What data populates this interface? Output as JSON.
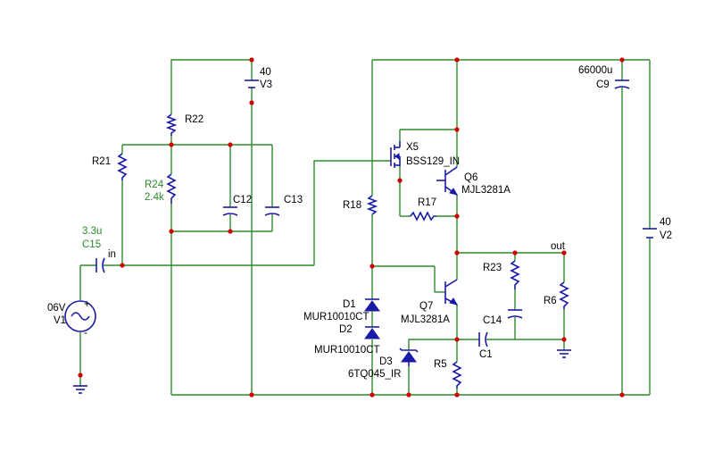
{
  "labels": {
    "v3_value": "40",
    "v3_name": "V3",
    "r22": "R22",
    "r21": "R21",
    "r24_name": "R24",
    "r24_value": "2.4k",
    "c12": "C12",
    "c13": "C13",
    "c15_value": "3.3u",
    "c15_name": "C15",
    "in_net": "in",
    "v1_value": "06V",
    "v1_name": "V1",
    "v1_plus": "+",
    "v1_minus": "-",
    "x5_name": "X5",
    "x5_part": "BSS129_IN",
    "q6_name": "Q6",
    "q6_part": "MJL3281A",
    "r17": "R17",
    "r18": "R18",
    "d1_name": "D1",
    "d1_part": "MUR10010CT",
    "d2_name": "D2",
    "d2_part": "MUR10010CT",
    "d3_name": "D3",
    "d3_part": "6TQ045_IR",
    "q7_name": "Q7",
    "q7_part": "MJL3281A",
    "r5": "R5",
    "c1": "C1",
    "r23": "R23",
    "c14": "C14",
    "r6": "R6",
    "out_net": "out",
    "c9_value": "66000u",
    "c9_name": "C9",
    "v2_value": "40",
    "v2_name": "V2"
  },
  "colors": {
    "wire": "#2e8b2e",
    "component": "#1a1aa6",
    "junction": "#d00000",
    "value_text": "#2a8a2a"
  }
}
